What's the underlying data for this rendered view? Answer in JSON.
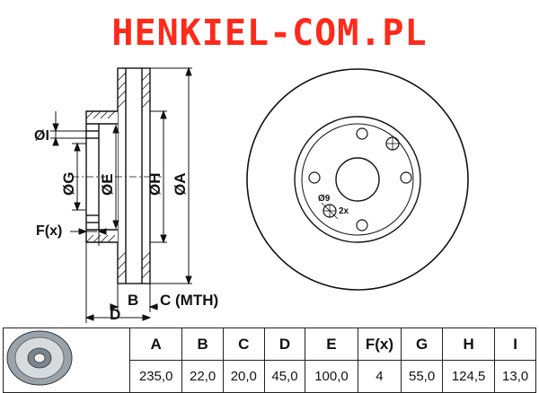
{
  "brand": {
    "text": "HENKIEL-COM.PL",
    "color": "#ff2a1a"
  },
  "labels": {
    "I": "ØI",
    "G": "ØG",
    "E": "ØE",
    "H": "ØH",
    "A": "ØA",
    "F": "F(x)",
    "B": "B",
    "C": "C (MTH)",
    "D": "D",
    "hole_dia": "Ø9",
    "hole_count": "2x"
  },
  "table": {
    "headers": [
      "A",
      "B",
      "C",
      "D",
      "E",
      "F(x)",
      "G",
      "H",
      "I"
    ],
    "values": [
      "235,0",
      "22,0",
      "20,0",
      "45,0",
      "100,0",
      "4",
      "55,0",
      "124,5",
      "13,0"
    ]
  }
}
